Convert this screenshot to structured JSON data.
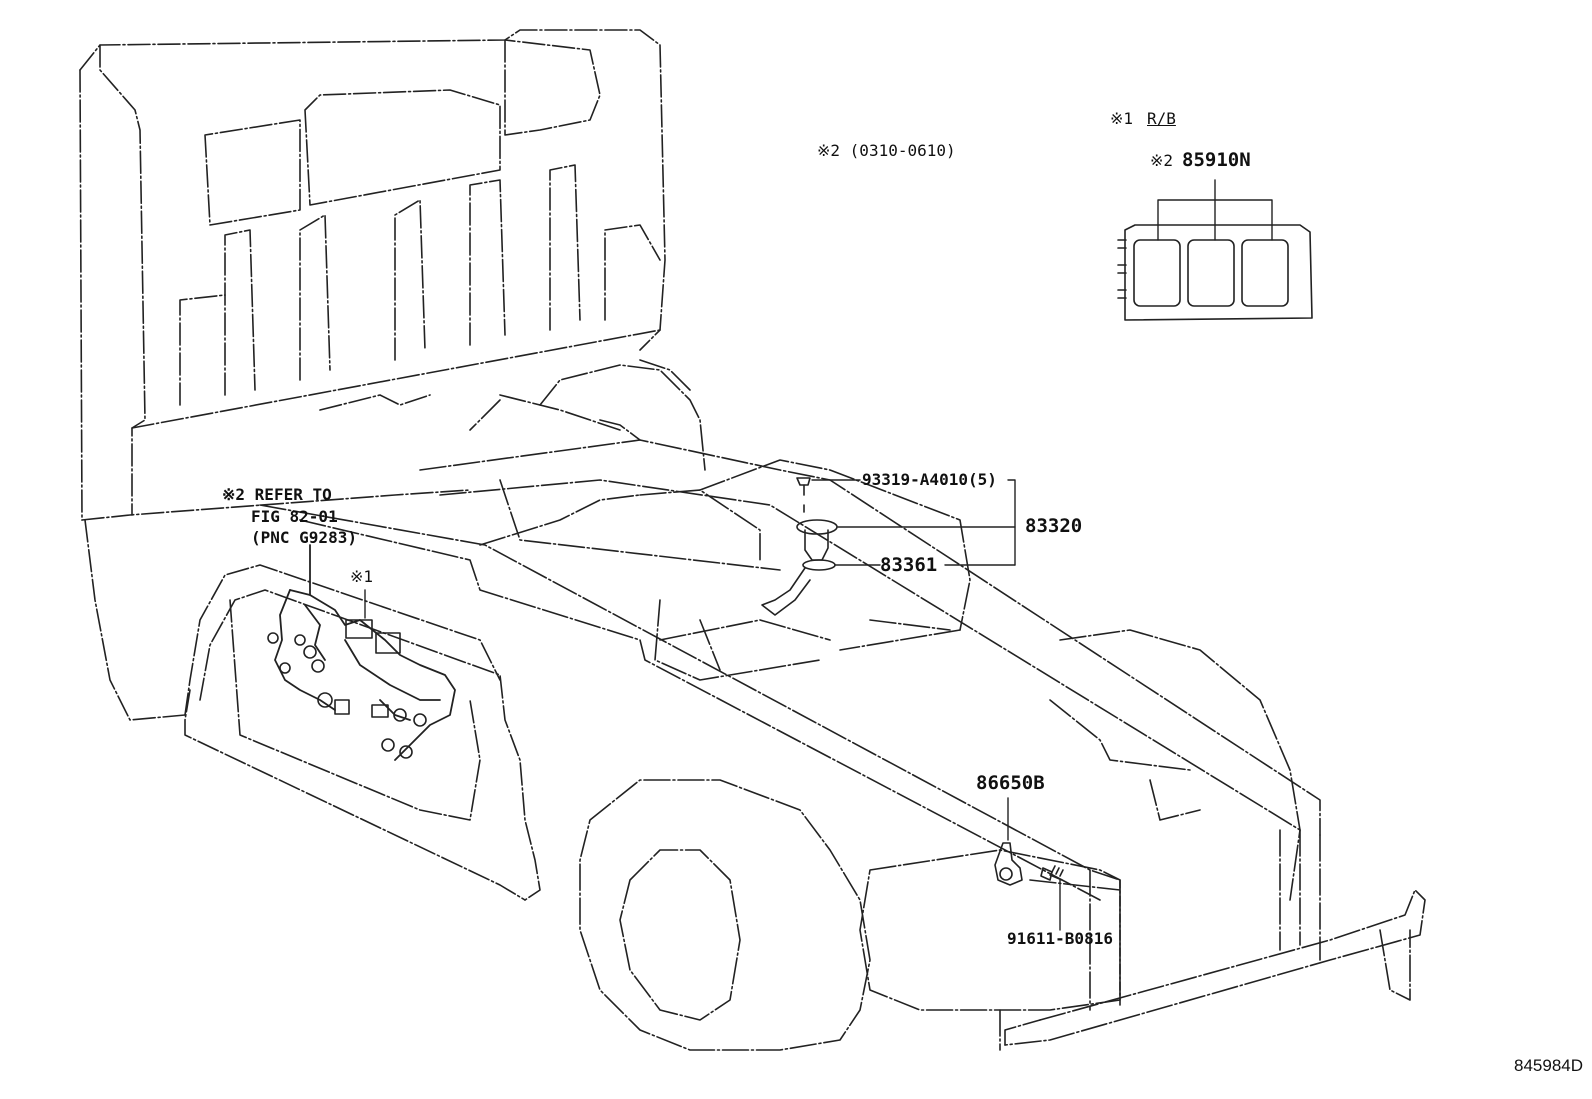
{
  "note_1_prefix": "※1",
  "note_1_value": "R/B",
  "note_2_date": "※2 (0310-0610)",
  "relay_box_prefix": "※2",
  "relay_box_part": "85910N",
  "refer_line_1": "※2 REFER TO",
  "refer_line_2": "FIG 82-01",
  "refer_line_3": "(PNC G9283)",
  "marker_1": "※1",
  "part_93319": "93319-A4010(5)",
  "part_83320": "83320",
  "part_83361": "83361",
  "part_86650B": "86650B",
  "part_91611": "91611-B0816",
  "figure_code": "845984D",
  "colors": {
    "ink": "#111111",
    "paper": "#ffffff"
  }
}
